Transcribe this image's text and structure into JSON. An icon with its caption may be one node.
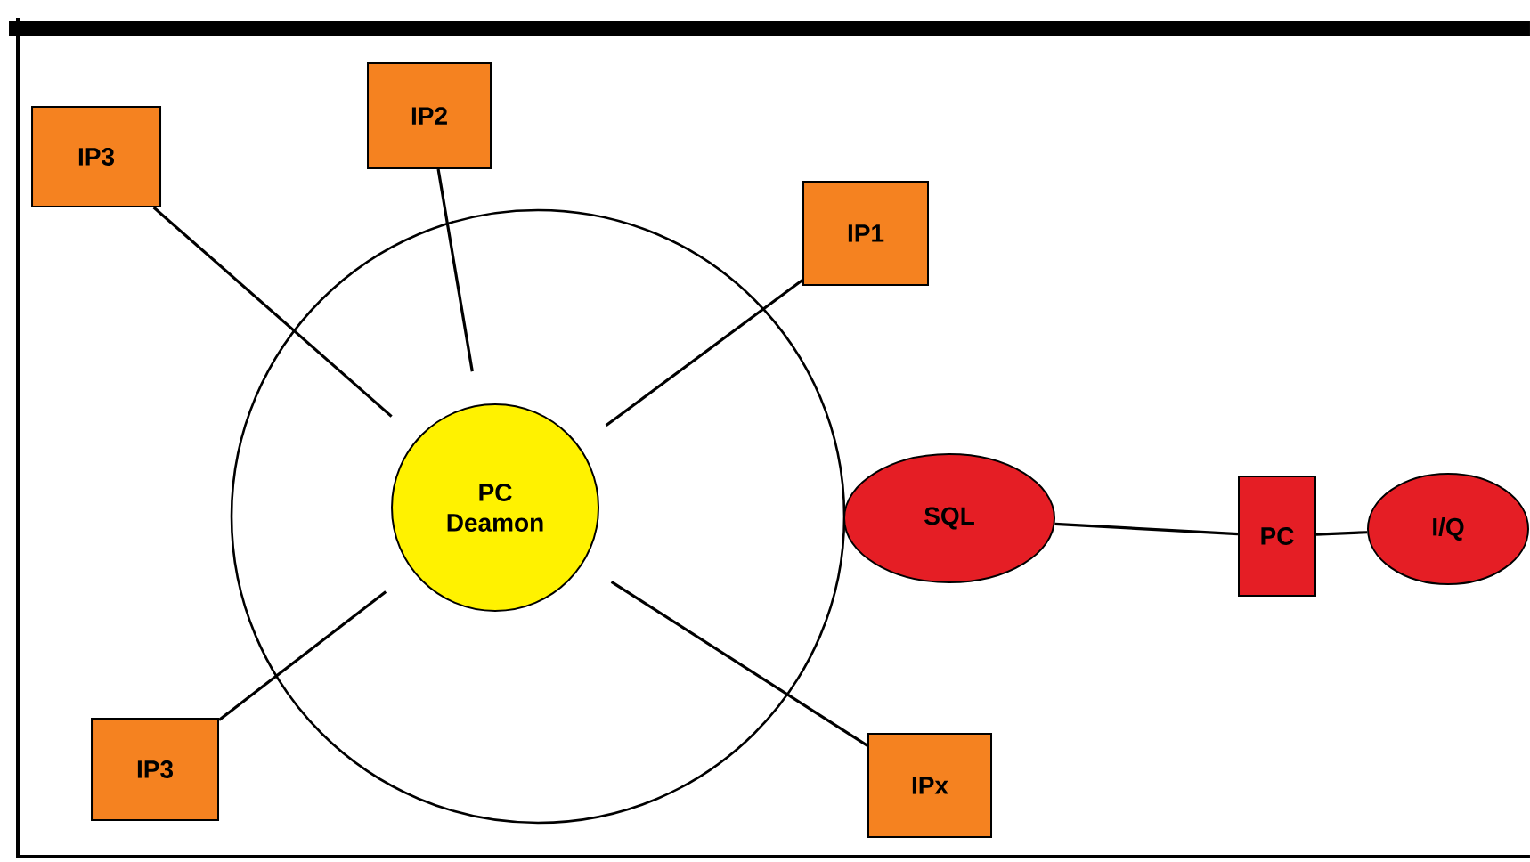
{
  "diagram": {
    "nodes": [
      {
        "text": [],
        "shape": "circle"
      },
      {
        "text": [
          "PC Deamon"
        ],
        "in": 0
      },
      {
        "text": [
          "IP3"
        ]
      },
      {
        "text": [
          "IP2"
        ]
      },
      {
        "text": [
          "IP1"
        ]
      },
      {
        "text": [
          "IP3"
        ]
      },
      {
        "text": [
          "IPx"
        ]
      },
      {
        "text": [
          "SQL"
        ]
      },
      {
        "text": [
          "PC"
        ]
      },
      {
        "text": [
          "I/Q"
        ]
      }
    ],
    "edges": [
      {
        "from": 2,
        "to": 1,
        "arrow": "none"
      },
      {
        "from": 3,
        "to": 1,
        "arrow": "none"
      },
      {
        "from": 4,
        "to": 1,
        "arrow": "none"
      },
      {
        "from": 5,
        "to": 1,
        "arrow": "none"
      },
      {
        "from": 6,
        "to": 1,
        "arrow": "none"
      },
      {
        "from": 7,
        "to": 8,
        "arrow": "none"
      },
      {
        "from": 8,
        "to": 9,
        "arrow": "none"
      }
    ]
  }
}
